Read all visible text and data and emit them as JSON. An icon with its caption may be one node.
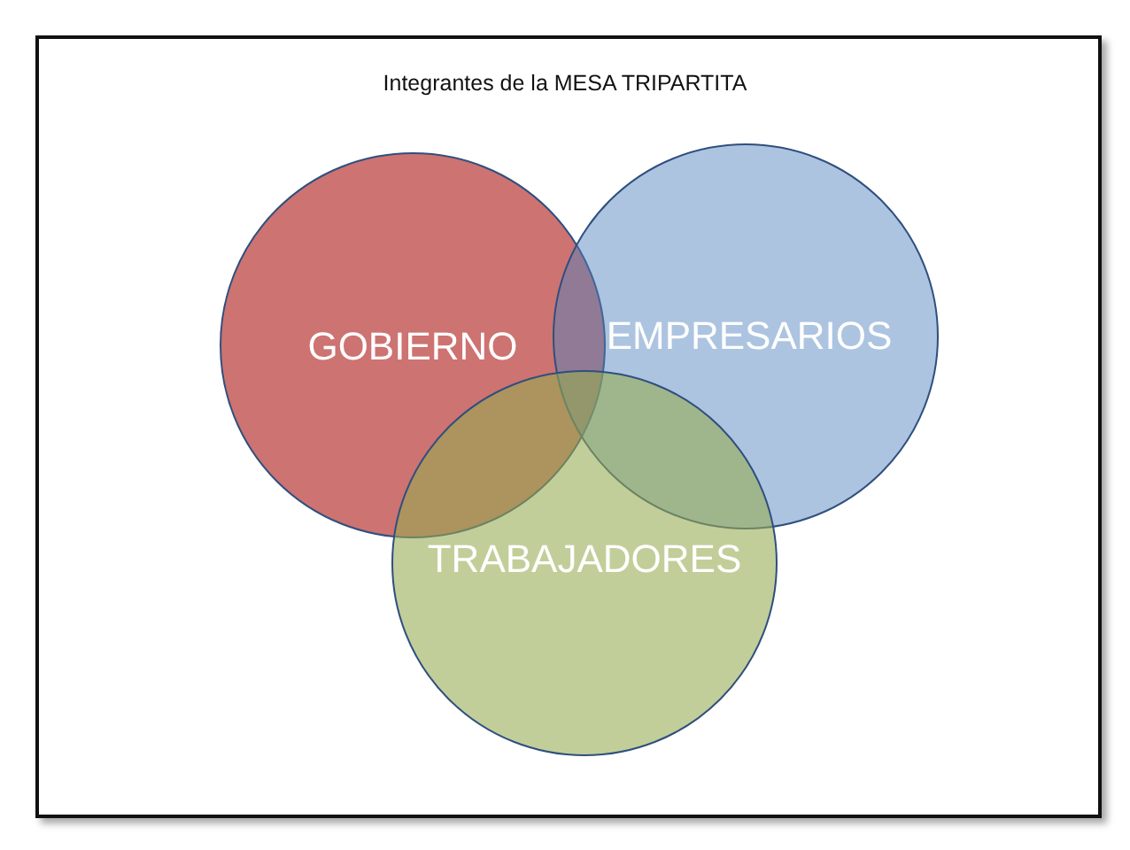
{
  "diagram": {
    "title": "Integrantes de la MESA TRIPARTITA",
    "nodes": [
      {
        "text": [
          "GOBIERNO"
        ]
      },
      {
        "text": [
          "EMPRESARIOS"
        ]
      },
      {
        "text": [
          "TRABAJADORES"
        ]
      }
    ]
  }
}
